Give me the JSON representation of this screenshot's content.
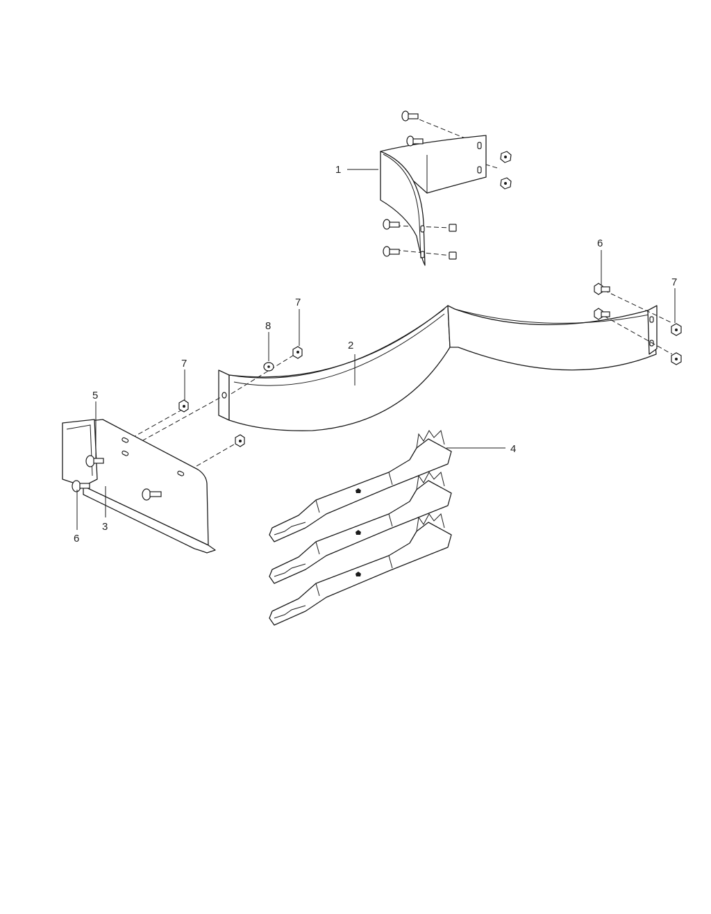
{
  "callouts": {
    "c1": "1",
    "c2": "2",
    "c3": "3",
    "c4": "4",
    "c5": "5",
    "c6a": "6",
    "c6b": "6",
    "c7a": "7",
    "c7b": "7",
    "c7c": "7",
    "c8": "8"
  },
  "colors": {
    "line": "#1a1a1a",
    "background": "#ffffff"
  }
}
